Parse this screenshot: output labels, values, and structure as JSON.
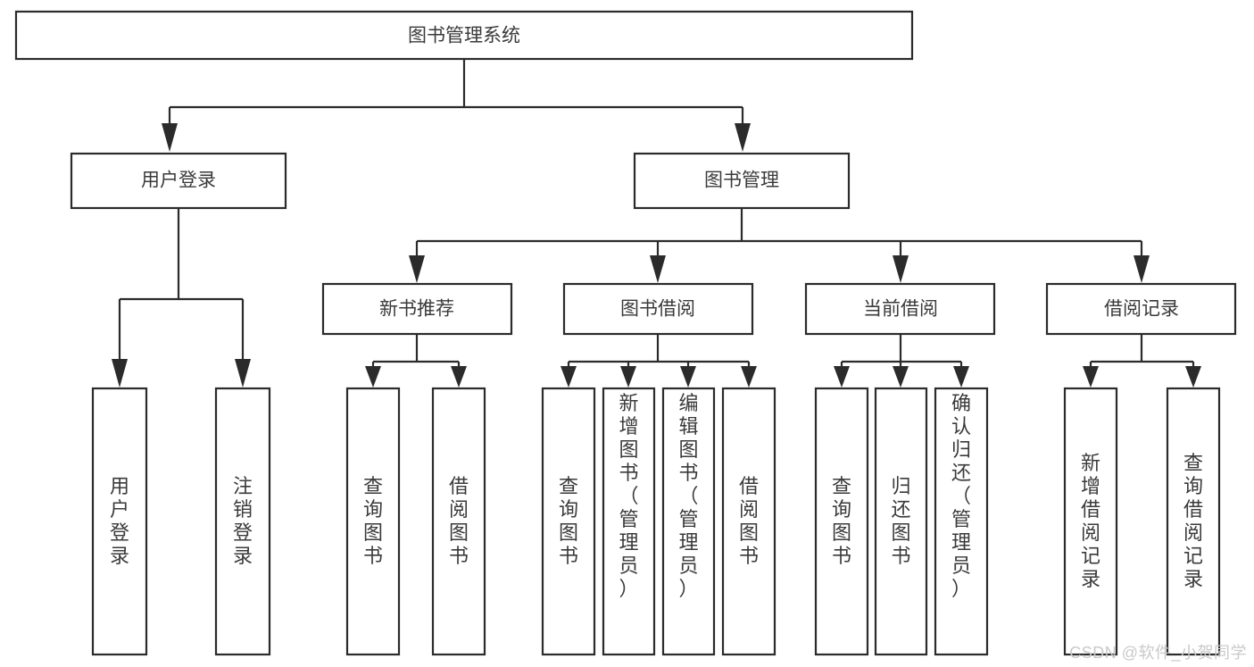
{
  "diagram": {
    "type": "tree-hierarchy",
    "title": "图书管理系统",
    "watermark": "CSDN @软件_小贺同学",
    "colors": {
      "box_stroke": "#2b2b2b",
      "box_fill": "#ffffff",
      "text": "#3a3a3a",
      "background": "#ffffff",
      "watermark": "#c9c9c9"
    },
    "root": {
      "label": "图书管理系统"
    },
    "level2": [
      {
        "label": "用户登录"
      },
      {
        "label": "图书管理"
      }
    ],
    "level3": [
      {
        "label": "新书推荐"
      },
      {
        "label": "图书借阅"
      },
      {
        "label": "当前借阅"
      },
      {
        "label": "借阅记录"
      }
    ],
    "leaves": {
      "user_login_group": [
        {
          "label": "用户登录",
          "lines": [
            "用",
            "户",
            "登",
            "录"
          ]
        },
        {
          "label": "注销登录",
          "lines": [
            "注",
            "销",
            "登",
            "录"
          ]
        }
      ],
      "new_book_group": [
        {
          "label": "查询图书",
          "lines": [
            "查",
            "询",
            "图",
            "书"
          ]
        },
        {
          "label": "借阅图书",
          "lines": [
            "借",
            "阅",
            "图",
            "书"
          ]
        }
      ],
      "borrow_group": [
        {
          "label": "查询图书",
          "lines": [
            "查",
            "询",
            "图",
            "书"
          ]
        },
        {
          "label": "新增图书（管理员）",
          "lines": [
            "新",
            "增",
            "图",
            "书",
            "（",
            "管",
            "理",
            "员",
            "）"
          ]
        },
        {
          "label": "编辑图书（管理员）",
          "lines": [
            "编",
            "辑",
            "图",
            "书",
            "（",
            "管",
            "理",
            "员",
            "）"
          ]
        },
        {
          "label": "借阅图书",
          "lines": [
            "借",
            "阅",
            "图",
            "书"
          ]
        }
      ],
      "current_group": [
        {
          "label": "查询图书",
          "lines": [
            "查",
            "询",
            "图",
            "书"
          ]
        },
        {
          "label": "归还图书",
          "lines": [
            "归",
            "还",
            "图",
            "书"
          ]
        },
        {
          "label": "确认归还（管理员）",
          "lines": [
            "确",
            "认",
            "归",
            "还",
            "（",
            "管",
            "理",
            "员",
            "）"
          ]
        }
      ],
      "record_group": [
        {
          "label": "新增借阅记录",
          "lines": [
            "新",
            "增",
            "借",
            "阅",
            "记",
            "录"
          ]
        },
        {
          "label": "查询借阅记录",
          "lines": [
            "查",
            "询",
            "借",
            "阅",
            "记",
            "录"
          ]
        }
      ]
    }
  }
}
